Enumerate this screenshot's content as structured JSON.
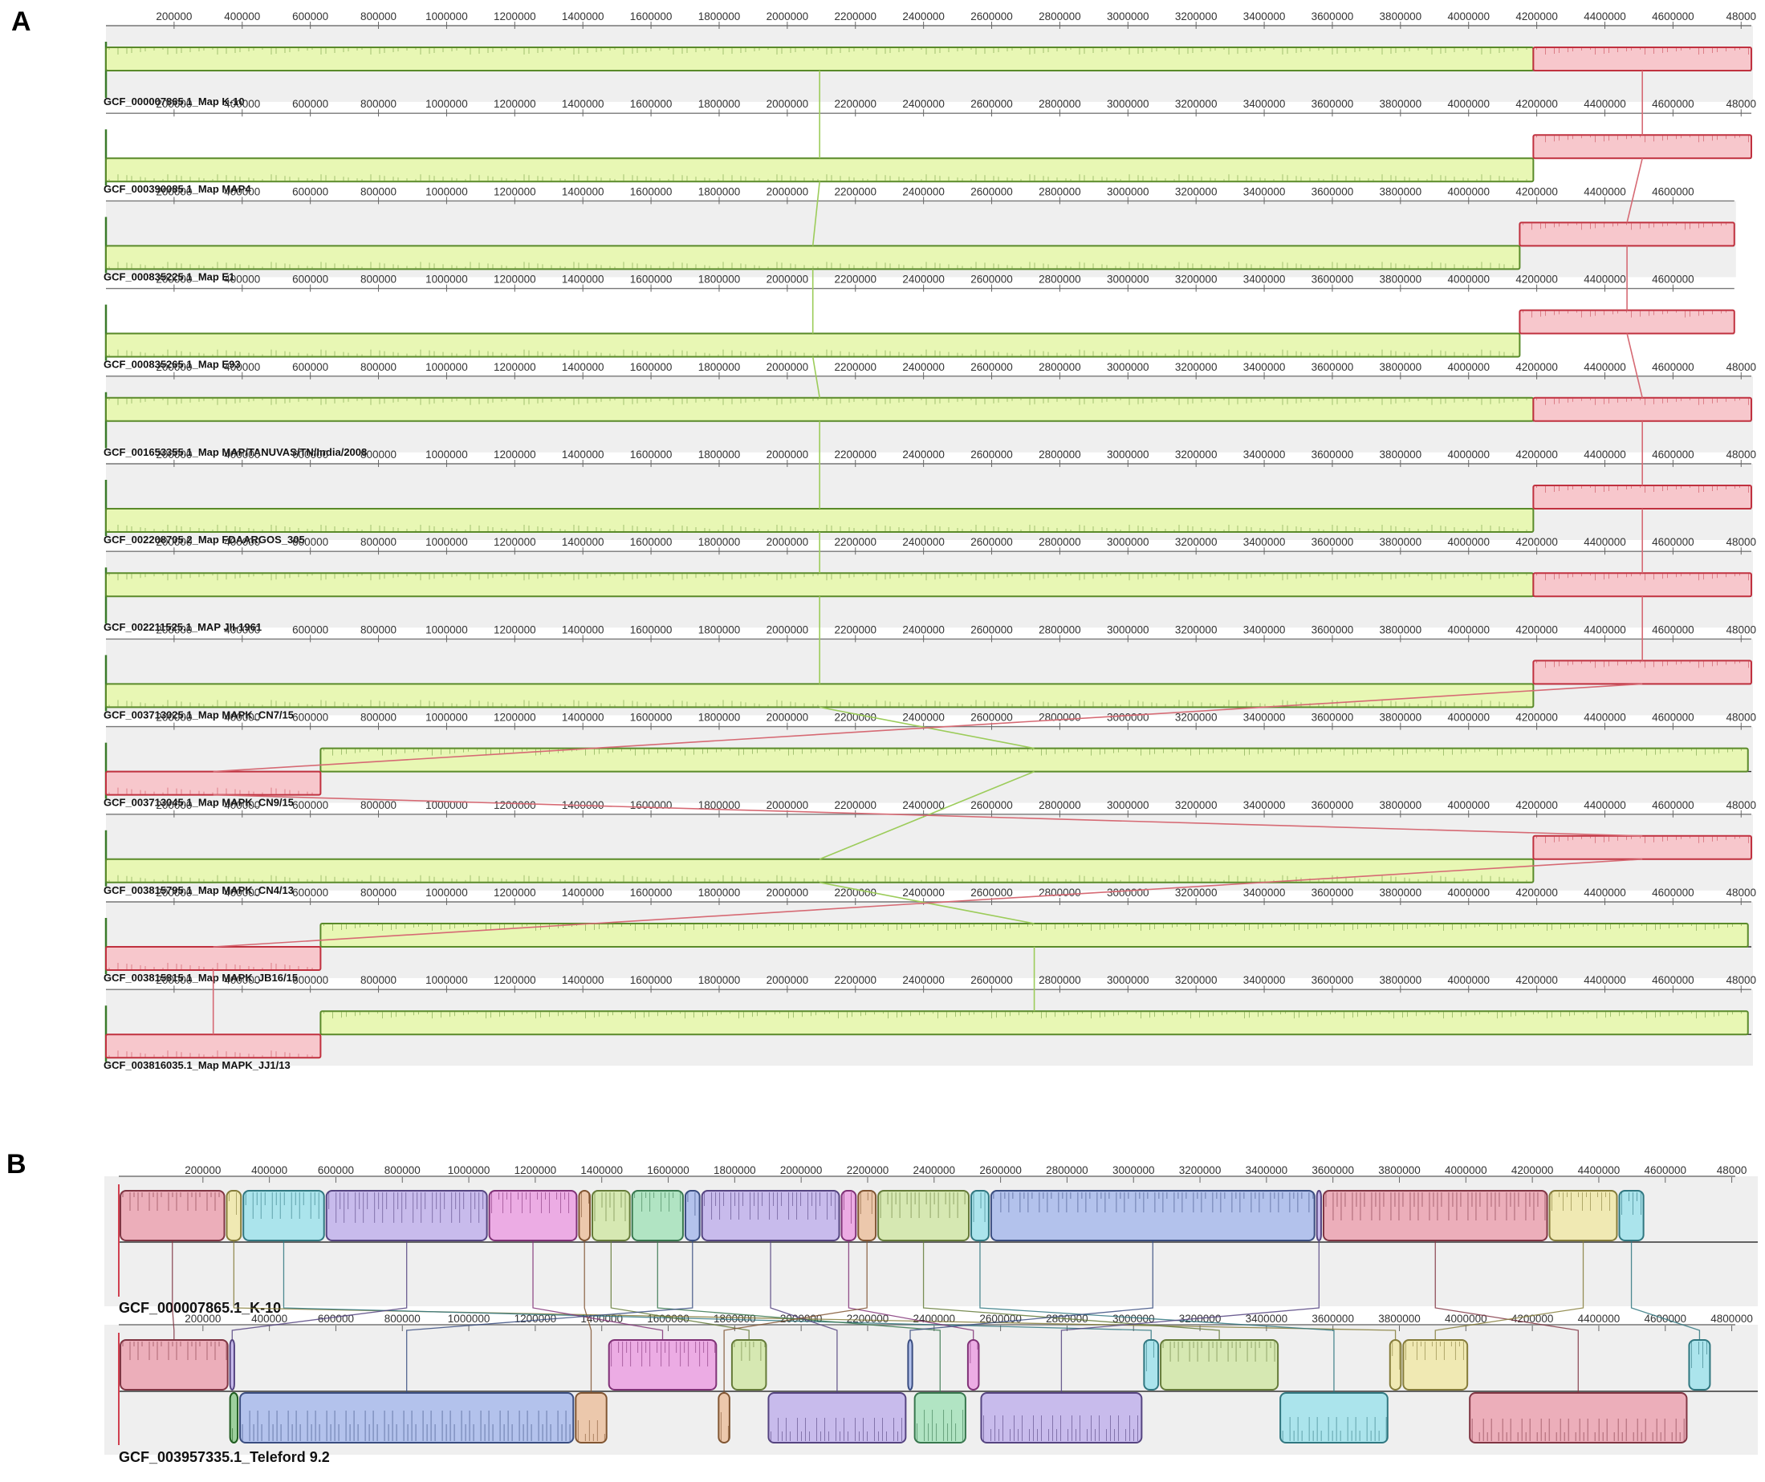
{
  "figure": {
    "panelA": {
      "label": "A",
      "ticks": [
        "200000",
        "400000",
        "600000",
        "800000",
        "1000000",
        "1200000",
        "1400000",
        "1600000",
        "1800000",
        "2000000",
        "2200000",
        "2400000",
        "2600000",
        "2800000",
        "3000000",
        "3200000",
        "3400000",
        "3600000",
        "3800000",
        "4000000",
        "4200000",
        "4400000",
        "4600000",
        "48000"
      ],
      "genomes": [
        {
          "name": "GCF_000007865.1_Map K-10",
          "length": 4830000,
          "green": {
            "start": 0,
            "end": 4190000,
            "strand": "+"
          },
          "red": {
            "start": 4190000,
            "end": 4830000,
            "strand": "+"
          }
        },
        {
          "name": "GCF_000390085.1_Map MAP4",
          "length": 4830000,
          "green": {
            "start": 0,
            "end": 4190000,
            "strand": "-"
          },
          "red": {
            "start": 4190000,
            "end": 4830000,
            "strand": "+"
          }
        },
        {
          "name": "GCF_000835225.1_Map E1",
          "length": 4780000,
          "green": {
            "start": 0,
            "end": 4150000,
            "strand": "-"
          },
          "red": {
            "start": 4150000,
            "end": 4780000,
            "strand": "+"
          }
        },
        {
          "name": "GCF_000835265.1_Map E93",
          "length": 4780000,
          "green": {
            "start": 0,
            "end": 4150000,
            "strand": "-"
          },
          "red": {
            "start": 4150000,
            "end": 4780000,
            "strand": "+"
          }
        },
        {
          "name": "GCF_001653355.1_Map MAP/TANUVAS/TN/India/2008",
          "length": 4830000,
          "green": {
            "start": 0,
            "end": 4190000,
            "strand": "+"
          },
          "red": {
            "start": 4190000,
            "end": 4830000,
            "strand": "+"
          }
        },
        {
          "name": "GCF_002208705.2_Map FDAARGOS_305",
          "length": 4830000,
          "green": {
            "start": 0,
            "end": 4190000,
            "strand": "-"
          },
          "red": {
            "start": 4190000,
            "end": 4830000,
            "strand": "+"
          }
        },
        {
          "name": "GCF_002211525.1_MAP JII-1961",
          "length": 4830000,
          "green": {
            "start": 0,
            "end": 4190000,
            "strand": "+"
          },
          "red": {
            "start": 4190000,
            "end": 4830000,
            "strand": "+"
          }
        },
        {
          "name": "GCF_003713025.1_Map MAPK_CN7/15",
          "length": 4830000,
          "green": {
            "start": 0,
            "end": 4190000,
            "strand": "-"
          },
          "red": {
            "start": 4190000,
            "end": 4830000,
            "strand": "+"
          }
        },
        {
          "name": "GCF_003713045.1_Map MAPK_CN9/15",
          "length": 4830000,
          "green": {
            "start": 630000,
            "end": 4820000,
            "strand": "+"
          },
          "red": {
            "start": 0,
            "end": 630000,
            "strand": "-"
          }
        },
        {
          "name": "GCF_003815795.1_Map MAPK_CN4/13",
          "length": 4830000,
          "green": {
            "start": 0,
            "end": 4190000,
            "strand": "-"
          },
          "red": {
            "start": 4190000,
            "end": 4830000,
            "strand": "+"
          }
        },
        {
          "name": "GCF_003815815.1_Map MAPK_JB16/15",
          "length": 4830000,
          "green": {
            "start": 630000,
            "end": 4820000,
            "strand": "+"
          },
          "red": {
            "start": 0,
            "end": 630000,
            "strand": "-"
          }
        },
        {
          "name": "GCF_003816035.1_Map MAPK_JJ1/13",
          "length": 4830000,
          "green": {
            "start": 630000,
            "end": 4820000,
            "strand": "+"
          },
          "red": {
            "start": 0,
            "end": 630000,
            "strand": "-"
          }
        }
      ]
    },
    "panelB": {
      "label": "B",
      "ticksTop": [
        "200000",
        "400000",
        "600000",
        "800000",
        "1000000",
        "1200000",
        "1400000",
        "1600000",
        "1800000",
        "2000000",
        "2200000",
        "2400000",
        "2600000",
        "2800000",
        "3000000",
        "3200000",
        "3400000",
        "3600000",
        "3800000",
        "4000000",
        "4200000",
        "4400000",
        "4600000",
        "48000"
      ],
      "ticksBottom": [
        "200000",
        "400000",
        "600000",
        "800000",
        "1000000",
        "1200000",
        "1400000",
        "1600000",
        "1800000",
        "2000000",
        "2200000",
        "2400000",
        "2600000",
        "2800000",
        "3000000",
        "3200000",
        "3400000",
        "3600000",
        "3800000",
        "4000000",
        "4200000",
        "4400000",
        "4600000",
        "4800000"
      ],
      "genomeTop": "GCF_000007865.1_K-10",
      "genomeBottom": "GCF_003957335.1_Teleford 9.2",
      "colors": {
        "red": "#e8607a",
        "yellow": "#f1e26a",
        "cyan": "#58d8e8",
        "purple": "#9a7ce8",
        "magenta": "#e85ad8",
        "orange": "#e89a5a",
        "lime": "#b8e068",
        "green": "#66d88e",
        "blue": "#6a8ce8",
        "darkgreen": "#3aa83a"
      },
      "blocksTop": [
        {
          "start": 0,
          "end": 320000,
          "color": "red",
          "strand": "+"
        },
        {
          "start": 320000,
          "end": 370000,
          "color": "yellow",
          "strand": "+"
        },
        {
          "start": 370000,
          "end": 620000,
          "color": "cyan",
          "strand": "+"
        },
        {
          "start": 620000,
          "end": 1110000,
          "color": "purple",
          "strand": "+"
        },
        {
          "start": 1110000,
          "end": 1380000,
          "color": "magenta",
          "strand": "+"
        },
        {
          "start": 1380000,
          "end": 1420000,
          "color": "orange",
          "strand": "+"
        },
        {
          "start": 1420000,
          "end": 1540000,
          "color": "lime",
          "strand": "+"
        },
        {
          "start": 1540000,
          "end": 1700000,
          "color": "green",
          "strand": "+"
        },
        {
          "start": 1700000,
          "end": 1750000,
          "color": "blue",
          "strand": "+"
        },
        {
          "start": 1750000,
          "end": 2170000,
          "color": "purple",
          "strand": "+"
        },
        {
          "start": 2170000,
          "end": 2220000,
          "color": "magenta",
          "strand": "+"
        },
        {
          "start": 2220000,
          "end": 2280000,
          "color": "orange",
          "strand": "+"
        },
        {
          "start": 2280000,
          "end": 2560000,
          "color": "lime",
          "strand": "+"
        },
        {
          "start": 2560000,
          "end": 2620000,
          "color": "cyan",
          "strand": "+"
        },
        {
          "start": 2620000,
          "end": 3600000,
          "color": "blue",
          "strand": "+"
        },
        {
          "start": 3600000,
          "end": 3620000,
          "color": "purple",
          "strand": "+"
        },
        {
          "start": 3620000,
          "end": 4300000,
          "color": "red",
          "strand": "+"
        },
        {
          "start": 4300000,
          "end": 4510000,
          "color": "yellow",
          "strand": "+"
        },
        {
          "start": 4510000,
          "end": 4590000,
          "color": "cyan",
          "strand": "+"
        }
      ],
      "blocksBottom": [
        {
          "start": 0,
          "end": 330000,
          "color": "red",
          "strand": "+"
        },
        {
          "start": 330000,
          "end": 350000,
          "color": "purple",
          "strand": "+"
        },
        {
          "start": 330000,
          "end": 360000,
          "color": "darkgreen",
          "strand": "-"
        },
        {
          "start": 360000,
          "end": 1370000,
          "color": "blue",
          "strand": "-"
        },
        {
          "start": 1370000,
          "end": 1470000,
          "color": "orange",
          "strand": "-"
        },
        {
          "start": 1470000,
          "end": 1800000,
          "color": "magenta",
          "strand": "+"
        },
        {
          "start": 1800000,
          "end": 1840000,
          "color": "orange",
          "strand": "-"
        },
        {
          "start": 1840000,
          "end": 1950000,
          "color": "lime",
          "strand": "+"
        },
        {
          "start": 1950000,
          "end": 2370000,
          "color": "purple",
          "strand": "-"
        },
        {
          "start": 2370000,
          "end": 2390000,
          "color": "blue",
          "strand": "+"
        },
        {
          "start": 2390000,
          "end": 2550000,
          "color": "green",
          "strand": "-"
        },
        {
          "start": 2550000,
          "end": 2590000,
          "color": "magenta",
          "strand": "+"
        },
        {
          "start": 2590000,
          "end": 3080000,
          "color": "purple",
          "strand": "-"
        },
        {
          "start": 3080000,
          "end": 3130000,
          "color": "cyan",
          "strand": "+"
        },
        {
          "start": 3130000,
          "end": 3490000,
          "color": "lime",
          "strand": "+"
        },
        {
          "start": 3490000,
          "end": 3820000,
          "color": "cyan",
          "strand": "-"
        },
        {
          "start": 3820000,
          "end": 3860000,
          "color": "yellow",
          "strand": "+"
        },
        {
          "start": 3860000,
          "end": 4060000,
          "color": "yellow",
          "strand": "+"
        },
        {
          "start": 4060000,
          "end": 4720000,
          "color": "red",
          "strand": "-"
        },
        {
          "start": 4720000,
          "end": 4790000,
          "color": "cyan",
          "strand": "+"
        }
      ]
    }
  }
}
